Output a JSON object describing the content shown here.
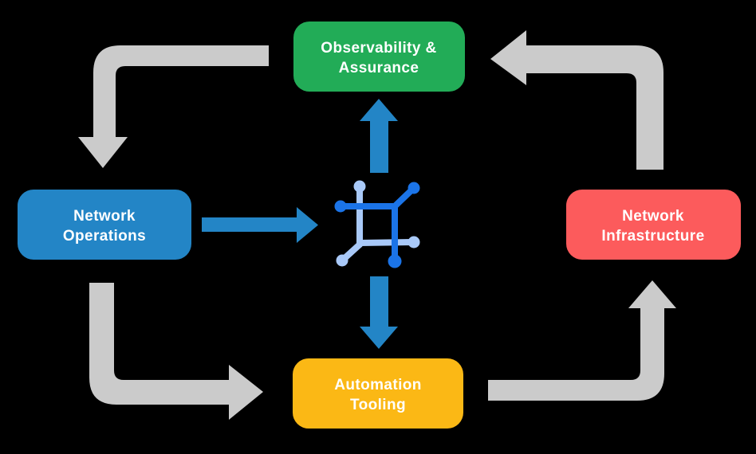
{
  "diagram": {
    "background_color": "#000000",
    "colors": {
      "cycle_arrow": "#CBCBCB",
      "flow_arrow": "#2385C6",
      "node_text": "#FFFFFF"
    },
    "nodes": {
      "observability": {
        "label": "Observability & Assurance",
        "line1": "Observability &",
        "line2": "Assurance",
        "color": "#22AC57"
      },
      "network_operations": {
        "label": "Network Operations",
        "line1": "Network",
        "line2": "Operations",
        "color": "#2385C6"
      },
      "network_infrastructure": {
        "label": "Network Infrastructure",
        "line1": "Network",
        "line2": "Infrastructure",
        "color": "#FC5B5C"
      },
      "automation_tooling": {
        "label": "Automation Tooling",
        "line1": "Automation",
        "line2": "Tooling",
        "color": "#FBB815"
      }
    },
    "center_icon": {
      "name": "network-mesh-icon",
      "dark_color": "#1B74E8",
      "light_color": "#A9C9F8"
    },
    "cycle_flows": [
      {
        "from": "Observability & Assurance",
        "to": "Network Operations"
      },
      {
        "from": "Network Operations",
        "to": "Automation Tooling"
      },
      {
        "from": "Automation Tooling",
        "to": "Network Infrastructure"
      },
      {
        "from": "Network Infrastructure",
        "to": "Observability & Assurance"
      }
    ],
    "center_flows": [
      {
        "from": "Network Operations",
        "to": "center icon"
      },
      {
        "from": "center icon",
        "to": "Observability & Assurance"
      },
      {
        "from": "center icon",
        "to": "Automation Tooling"
      }
    ]
  }
}
